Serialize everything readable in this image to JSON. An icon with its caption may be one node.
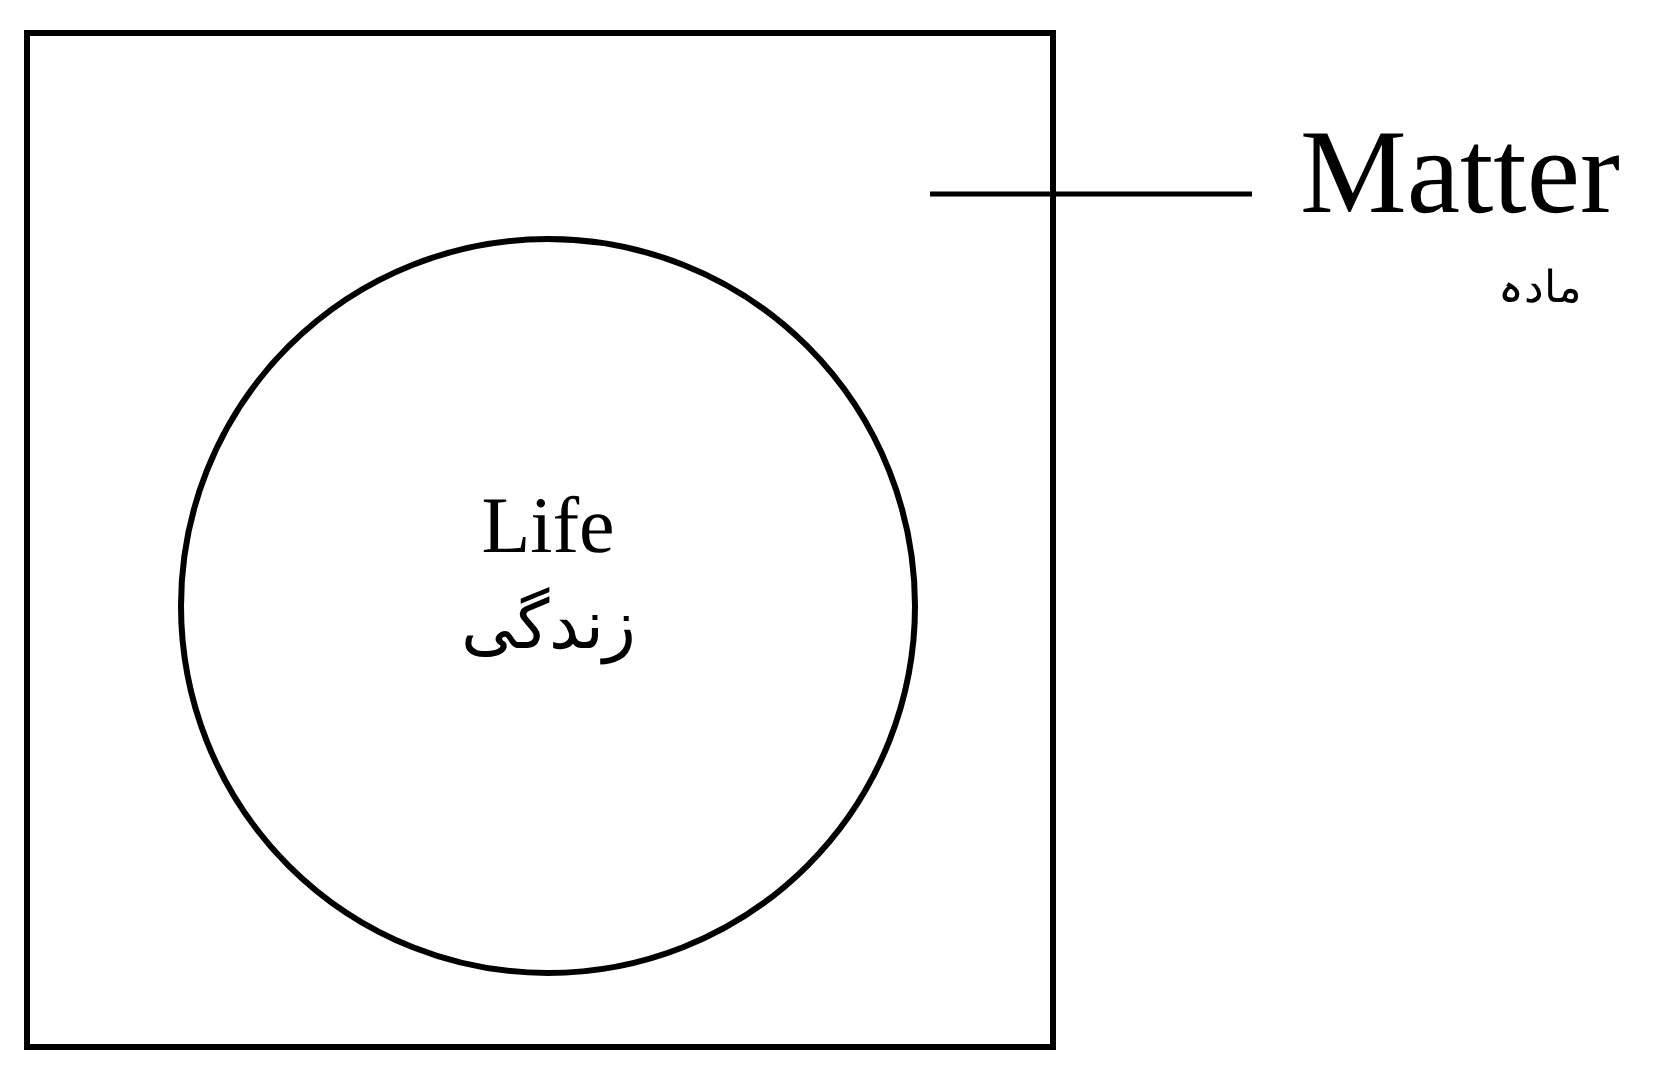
{
  "diagram": {
    "nodes": [
      {
        "text": [
          "Matter",
          "مادہ"
        ]
      },
      {
        "text": [],
        "shape": "box"
      },
      {
        "text": [
          "Life",
          "زندگی"
        ],
        "in": 1
      }
    ],
    "edges": [
      {
        "from": 0,
        "to": 1,
        "arrow": "none"
      }
    ]
  }
}
